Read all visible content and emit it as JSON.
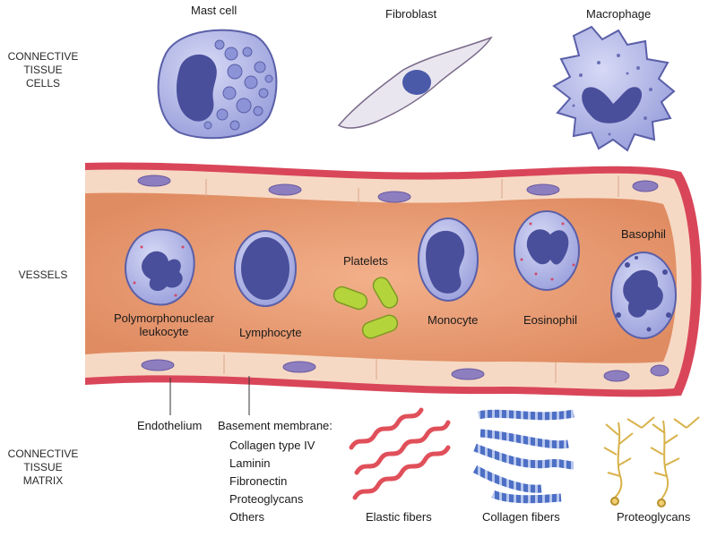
{
  "side_labels": {
    "connective_tissue_cells": [
      "CONNECTIVE",
      "TISSUE",
      "CELLS"
    ],
    "vessels": "VESSELS",
    "connective_tissue_matrix": [
      "CONNECTIVE",
      "TISSUE",
      "MATRIX"
    ]
  },
  "top_cells": {
    "mast_cell": "Mast cell",
    "fibroblast": "Fibroblast",
    "macrophage": "Macrophage"
  },
  "vessel_cells": {
    "pmn_line1": "Polymorphonuclear",
    "pmn_line2": "leukocyte",
    "lymphocyte": "Lymphocyte",
    "platelets": "Platelets",
    "monocyte": "Monocyte",
    "eosinophil": "Eosinophil",
    "basophil": "Basophil"
  },
  "vessel_wall": {
    "endothelium": "Endothelium",
    "basement_membrane": "Basement membrane:",
    "basement_components": [
      "Collagen type IV",
      "Laminin",
      "Fibronectin",
      "Proteoglycans",
      "Others"
    ]
  },
  "matrix": {
    "elastic_fibers": "Elastic fibers",
    "collagen_fibers": "Collagen fibers",
    "proteoglycans": "Proteoglycans"
  },
  "colors": {
    "cell_fill": "#aeb3e6",
    "nucleus": "#4a4f9c",
    "vessel_lumen": "#e9a27a",
    "vessel_wall": "#f6d9c4",
    "vessel_rim": "#d9465a",
    "platelet": "#b4d43c",
    "elastic": "#e0505a",
    "collagen": "#4d6fc4",
    "proteoglycan": "#d8b24a"
  }
}
